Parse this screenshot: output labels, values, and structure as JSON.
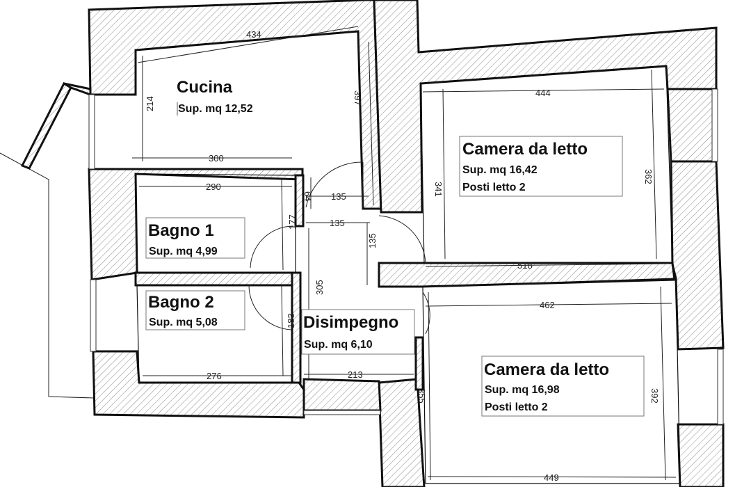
{
  "rooms": {
    "cucina": {
      "name": "Cucina",
      "area": "Sup. mq 12,52"
    },
    "camera1": {
      "name": "Camera da letto",
      "area": "Sup. mq 16,42",
      "beds": "Posti letto 2"
    },
    "camera2": {
      "name": "Camera da letto",
      "area": "Sup. mq 16,98",
      "beds": "Posti letto 2"
    },
    "bagno1": {
      "name": "Bagno 1",
      "area": "Sup. mq 4,99"
    },
    "bagno2": {
      "name": "Bagno 2",
      "area": "Sup. mq 5,08"
    },
    "disimpegno": {
      "name": "Disimpegno",
      "area": "Sup. mq 6,10"
    }
  },
  "dimensions": {
    "cucina_top": "434",
    "cucina_left": "214",
    "cucina_right": "397",
    "cucina_bottom": "300",
    "bagno1_top": "290",
    "bagno1_side": "177",
    "bagno2_bottom": "276",
    "bagno2_side": "183",
    "hall_door_top": "135",
    "hall_door_mid": "135",
    "hall_door_side": "135",
    "hall_small": "64",
    "hall_height": "305",
    "hall_bottom": "213",
    "camera1_top": "444",
    "camera1_left": "341",
    "camera1_right": "362",
    "camera1_bottom": "518",
    "camera2_top": "462",
    "camera2_left": "355",
    "camera2_right": "392",
    "camera2_bottom": "449"
  }
}
